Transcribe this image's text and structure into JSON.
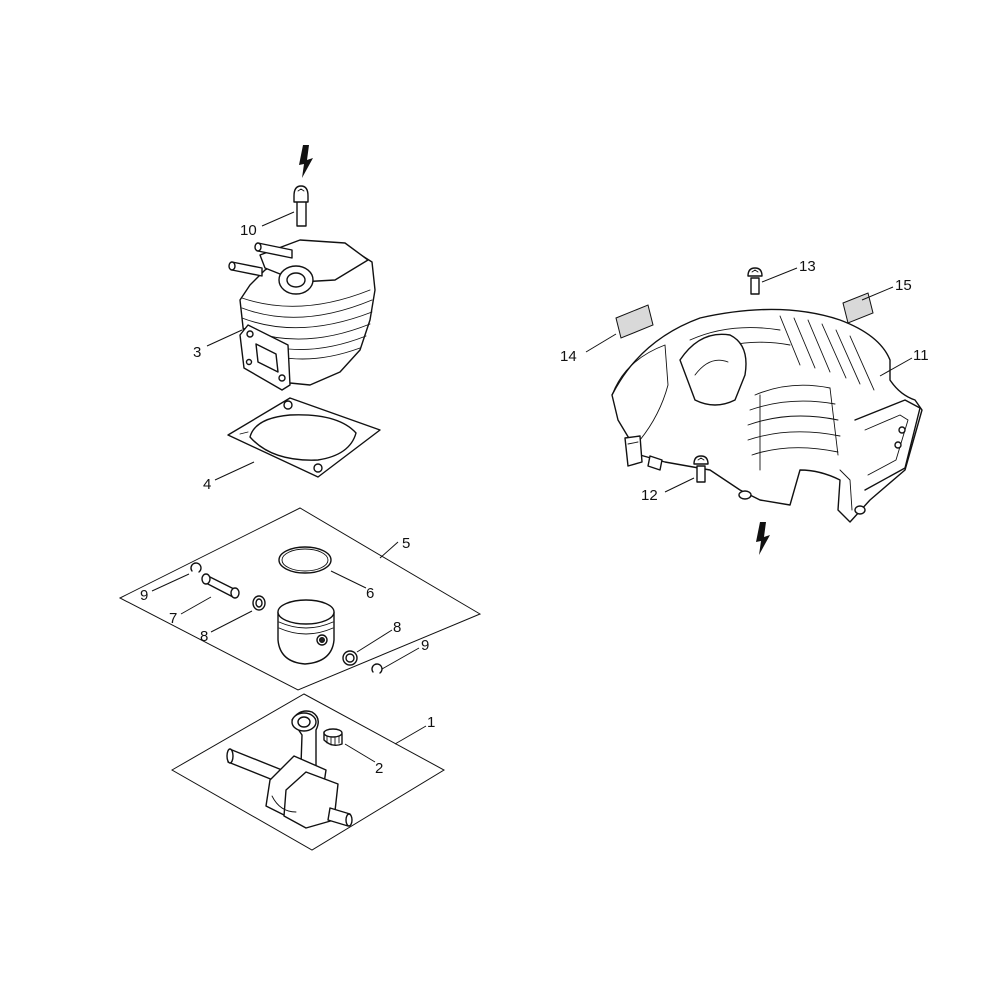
{
  "callouts": [
    {
      "id": "c1",
      "text": "1"
    },
    {
      "id": "c2",
      "text": "2"
    },
    {
      "id": "c3",
      "text": "3"
    },
    {
      "id": "c4",
      "text": "4"
    },
    {
      "id": "c5",
      "text": "5"
    },
    {
      "id": "c6",
      "text": "6"
    },
    {
      "id": "c7",
      "text": "7"
    },
    {
      "id": "c8a",
      "text": "8"
    },
    {
      "id": "c8b",
      "text": "8"
    },
    {
      "id": "c9a",
      "text": "9"
    },
    {
      "id": "c9b",
      "text": "9"
    },
    {
      "id": "c10",
      "text": "10"
    },
    {
      "id": "c11",
      "text": "11"
    },
    {
      "id": "c12",
      "text": "12"
    },
    {
      "id": "c13",
      "text": "13"
    },
    {
      "id": "c14",
      "text": "14"
    },
    {
      "id": "c15",
      "text": "15"
    }
  ]
}
